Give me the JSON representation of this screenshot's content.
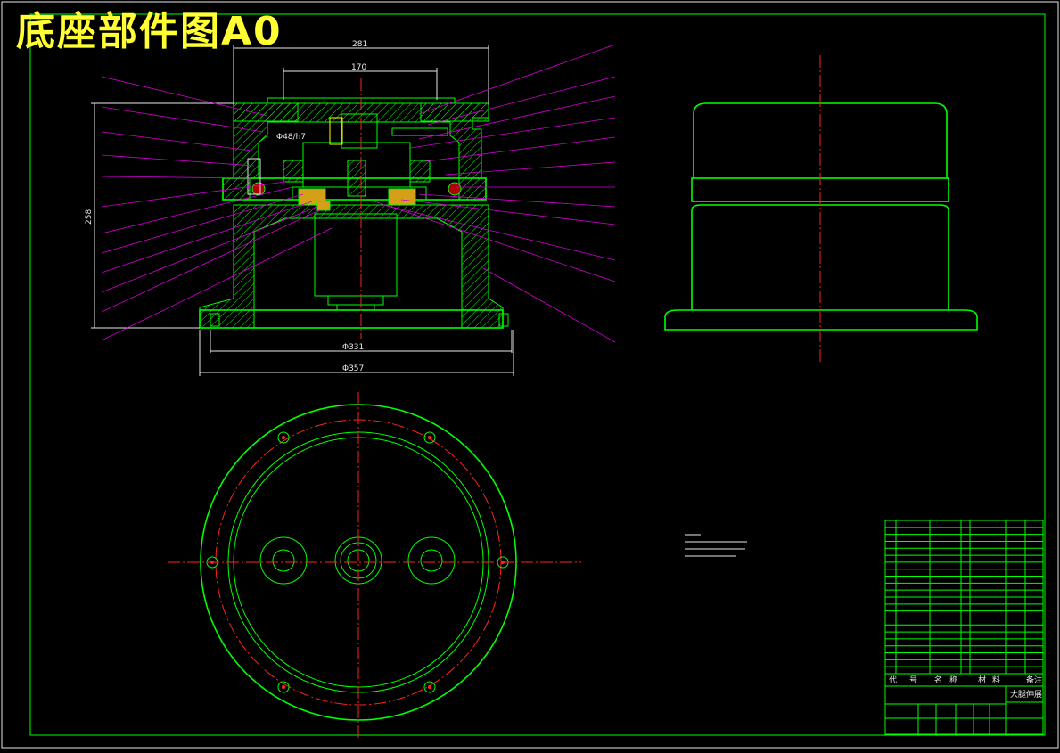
{
  "drawing": {
    "title": "底座部件图A0",
    "dimensions": {
      "top_width": "281",
      "inner_width": "170",
      "height": "258",
      "fit_1": "Φ48/h7",
      "base_dia_1": "Φ331",
      "base_dia_2": "Φ357"
    },
    "title_block": {
      "header_code": "代",
      "header_number": "号",
      "header_name": "名",
      "header_name2": "称",
      "header_material": "材",
      "header_material2": "料",
      "header_remark": "备注",
      "drawing_name": "大腿伸展"
    }
  },
  "colors": {
    "background": "#000000",
    "outline": "#00ff00",
    "centerline": "#ff2222",
    "leader": "#d400d4",
    "dimension": "#e8e8e8",
    "title": "#ffff33",
    "accent": "#00e5ff"
  }
}
